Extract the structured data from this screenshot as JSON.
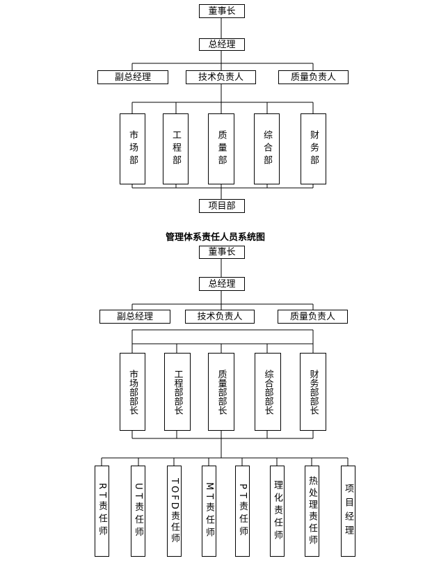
{
  "chart1": {
    "chairman": "董事长",
    "gm": "总经理",
    "deputies": [
      "副总经理",
      "技术负责人",
      "质量负责人"
    ],
    "departments": [
      "市场部",
      "工程部",
      "质量部",
      "综合部",
      "财务部"
    ],
    "project": "项目部"
  },
  "caption": "管理体系责任人员系统图",
  "chart2": {
    "chairman": "董事长",
    "gm": "总经理",
    "deputies": [
      "副总经理",
      "技术负责人",
      "质量负责人"
    ],
    "heads": [
      "市场部部长",
      "工程部部长",
      "质量部部长",
      "综合部部长",
      "财务部部长"
    ],
    "engineers": [
      "RT责任师",
      "UT责任师",
      "TOFD责任师",
      "MT责任师",
      "PT责任师",
      "理化责任师",
      "热处理责任师",
      "项目经理"
    ]
  }
}
